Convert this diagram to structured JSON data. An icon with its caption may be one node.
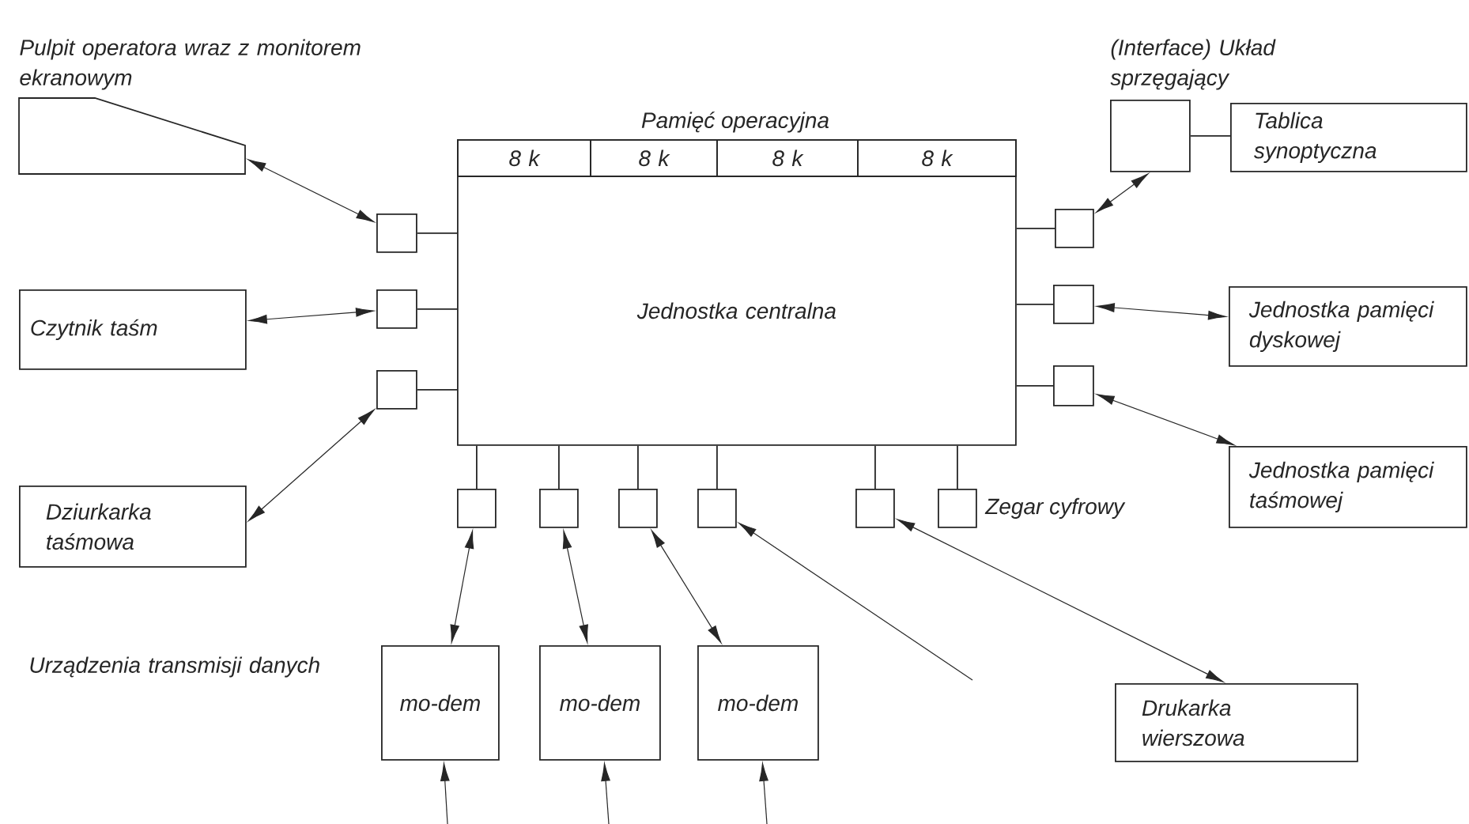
{
  "diagram": {
    "nodes": [
      {
        "text": [
          "Pulpit operatora wraz z monitorem ekranowym"
        ]
      },
      {
        "text": [
          "Pamięć operacyjna"
        ]
      },
      {
        "text": [
          "8 k"
        ],
        "in": 1
      },
      {
        "text": [
          "8 k"
        ],
        "in": 1
      },
      {
        "text": [
          "8 k"
        ],
        "in": 1
      },
      {
        "text": [
          "8 k"
        ],
        "in": 1
      },
      {
        "text": [
          "(Interface) Układ sprzęgający"
        ]
      },
      {
        "text": [
          "Tablica synoptyczna"
        ]
      },
      {
        "text": [],
        "shape": "box"
      },
      {
        "text": [
          "Jednostka centralna"
        ]
      },
      {
        "text": [],
        "shape": "box"
      },
      {
        "text": [
          "Czytnik taśm"
        ]
      },
      {
        "text": [],
        "shape": "box"
      },
      {
        "text": [],
        "shape": "box"
      },
      {
        "text": [
          "Jednostka pamięci dyskowej"
        ]
      },
      {
        "text": [],
        "shape": "box"
      },
      {
        "text": [],
        "shape": "box"
      },
      {
        "text": [
          "Jednostka pamięci taśmowej"
        ]
      },
      {
        "text": [],
        "shape": "box"
      },
      {
        "text": [],
        "shape": "box"
      },
      {
        "text": [],
        "shape": "box"
      },
      {
        "text": [],
        "shape": "box"
      },
      {
        "text": [],
        "shape": "box"
      },
      {
        "text": [],
        "shape": "box",
        "beside": [
          "Zegar cyfrowy"
        ]
      },
      {
        "text": [
          "Dziurkarka taśmowa"
        ]
      },
      {
        "text": [
          "mo-dem"
        ]
      },
      {
        "text": [
          "mo-dem"
        ]
      },
      {
        "text": [
          "mo-dem"
        ]
      },
      {
        "text": [
          "Drukarka wierszowa"
        ]
      }
    ],
    "edges": [
      {
        "from": 0,
        "to": 8,
        "arrow": "both"
      },
      {
        "from": 8,
        "to": 9,
        "arrow": "none"
      },
      {
        "from": 11,
        "to": 12,
        "arrow": "both"
      },
      {
        "from": 12,
        "to": 9,
        "arrow": "none"
      },
      {
        "from": 24,
        "to": 15,
        "arrow": "both"
      },
      {
        "from": 15,
        "to": 9,
        "arrow": "none"
      },
      {
        "from": 9,
        "to": 10,
        "arrow": "none"
      },
      {
        "from": 10,
        "to": 6,
        "arrow": "both"
      },
      {
        "from": 6,
        "to": 7,
        "arrow": "none"
      },
      {
        "from": 9,
        "to": 13,
        "arrow": "none"
      },
      {
        "from": 13,
        "to": 14,
        "arrow": "both"
      },
      {
        "from": 9,
        "to": 16,
        "arrow": "none"
      },
      {
        "from": 16,
        "to": 17,
        "arrow": "both"
      },
      {
        "from": 9,
        "to": 18,
        "arrow": "none"
      },
      {
        "from": 9,
        "to": 19,
        "arrow": "none"
      },
      {
        "from": 9,
        "to": 20,
        "arrow": "none"
      },
      {
        "from": 9,
        "to": 21,
        "arrow": "none"
      },
      {
        "from": 9,
        "to": 22,
        "arrow": "none"
      },
      {
        "from": 9,
        "to": 23,
        "arrow": "none"
      },
      {
        "from": 18,
        "to": 25,
        "arrow": "both"
      },
      {
        "from": 19,
        "to": 26,
        "arrow": "both"
      },
      {
        "from": 20,
        "to": 27,
        "arrow": "both"
      },
      {
        "from": null,
        "to": 21,
        "arrow": "to"
      },
      {
        "from": 22,
        "to": 28,
        "arrow": "both"
      },
      {
        "from": null,
        "to": 25,
        "arrow": "to"
      },
      {
        "from": null,
        "to": 26,
        "arrow": "to"
      },
      {
        "from": null,
        "to": 27,
        "arrow": "to"
      }
    ],
    "labels": [
      "Urządzenia transmisji danych"
    ]
  }
}
